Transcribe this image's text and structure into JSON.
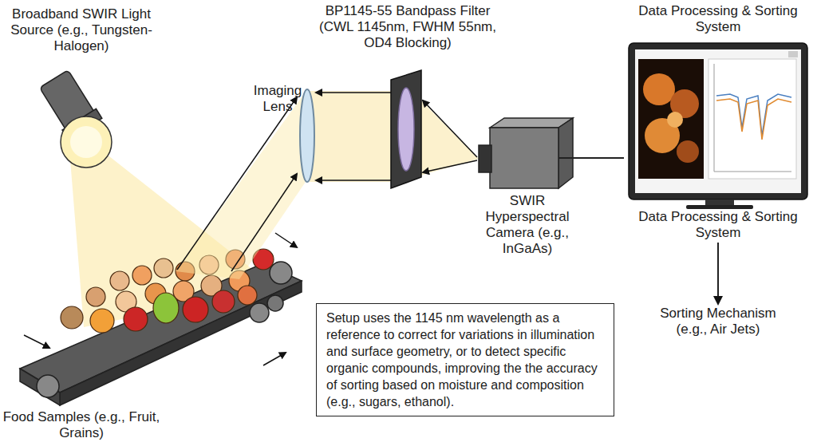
{
  "diagram": {
    "nodes": [
      {
        "text": [
          "SWIR Hyperspectral Camera (e.g., InGaAs)"
        ]
      },
      {
        "text": [
          "Data Processing & Sorting System",
          "Data Processing & Sorting System"
        ]
      },
      {
        "text": [
          "Sorting Mechanism (e.g., Air Jets)"
        ]
      },
      {
        "text": [
          "Setup uses the 1145 nm wavelength as a reference to correct for variations in illumination and surface geometry, or to detect specific organic compounds, improving the the accuracy of sorting based on moisture and composition (e.g., sugars, ethanol)."
        ]
      }
    ],
    "edges": [
      {
        "from": 0,
        "to": 1,
        "arrow": "none"
      },
      {
        "from": 1,
        "to": 2,
        "arrow": "to"
      }
    ],
    "labels": [
      "Broadband SWIR Light Source (e.g., Tungsten-Halogen)",
      "BP1145-55 Bandpass Filter (CWL 1145nm, FWHM 55nm, OD4 Blocking)",
      "Imaging Lens",
      "Food Samples (e.g., Fruit, Grains)"
    ]
  }
}
